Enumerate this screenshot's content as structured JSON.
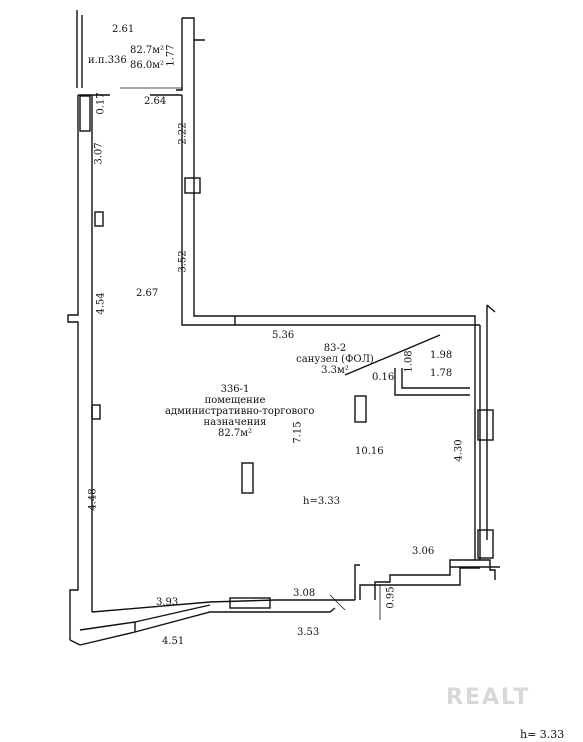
{
  "dimensions": {
    "top_261": "2.61",
    "top_177": "1.77",
    "top_264": "2.64",
    "left_017": "0.17",
    "left_307": "3.07",
    "left_454": "4.54",
    "left_448": "4.48",
    "inner_222": "2.22",
    "inner_352": "3.52",
    "inner_267": "2.67",
    "mid_536": "5.36",
    "mid_715": "7.15",
    "room_1016": "10.16",
    "right_430": "4.30",
    "wc_108": "1.08",
    "wc_198": "1.98",
    "wc_016": "0.16",
    "wc_178": "1.78",
    "bottom_306": "3.06",
    "bottom_095": "0.95",
    "bottom_308": "3.08",
    "bottom_353": "3.53",
    "bottom_393": "3.93",
    "bottom_451": "4.51"
  },
  "top_note": {
    "ip": "и.п.336",
    "area1": "82.7м²",
    "area2": "86.0м²"
  },
  "main_room": {
    "number": "336-1",
    "line1": "помещение",
    "line2": "административно-торгового",
    "line3": "назначения",
    "area": "82.7м²",
    "height": "h=3.33"
  },
  "wc_room": {
    "number": "83-2",
    "name": "санузел (ФОЛ)",
    "area": "3.3м²"
  },
  "watermark": "REALT",
  "footer_height": "h= 3.33"
}
